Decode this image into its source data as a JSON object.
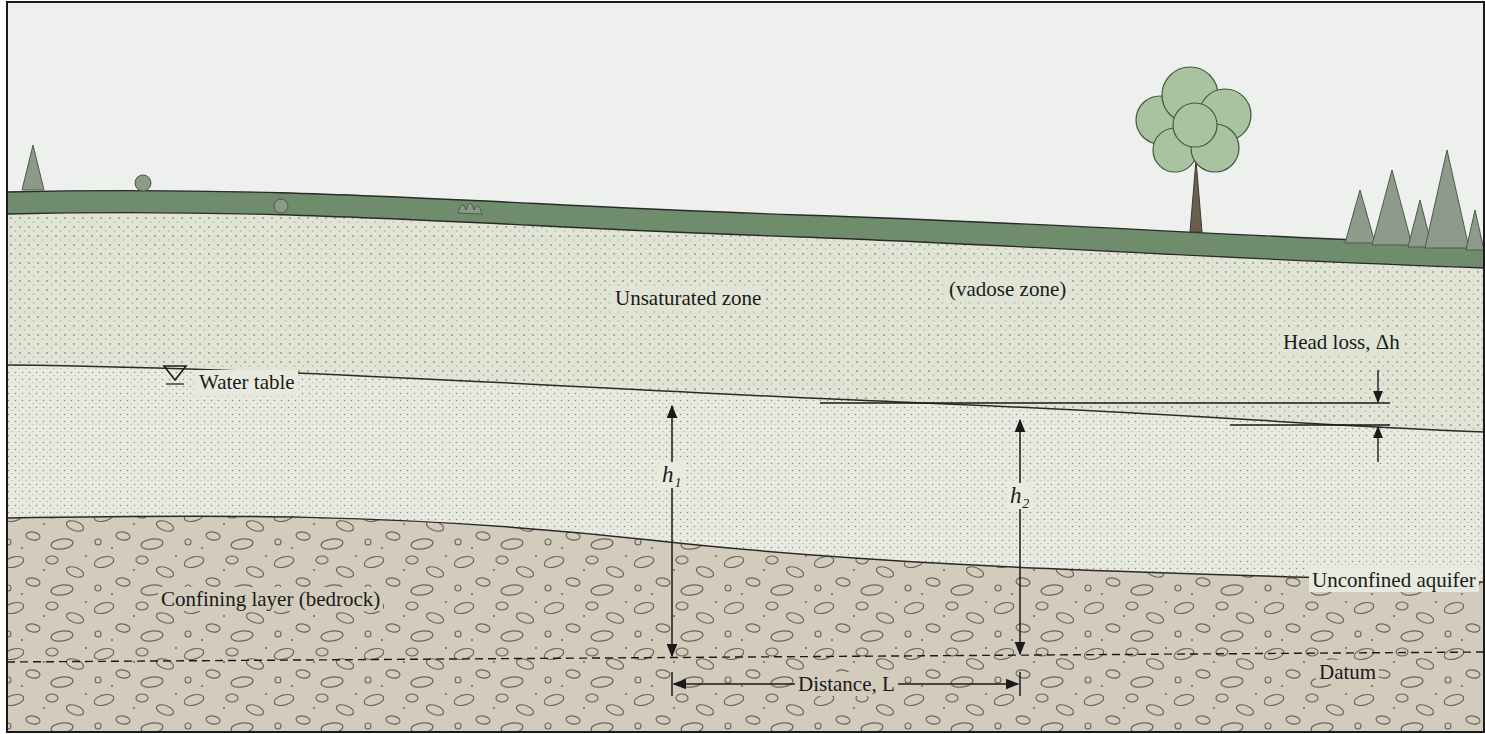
{
  "diagram": {
    "labels": [
      "Unsaturated zone",
      "(vadose zone)",
      "Water table",
      "Head loss, Δh",
      "h₁",
      "h₂",
      "Unconfined aquifer",
      "Confining layer (bedrock)",
      "Datum",
      "Distance, L"
    ]
  }
}
